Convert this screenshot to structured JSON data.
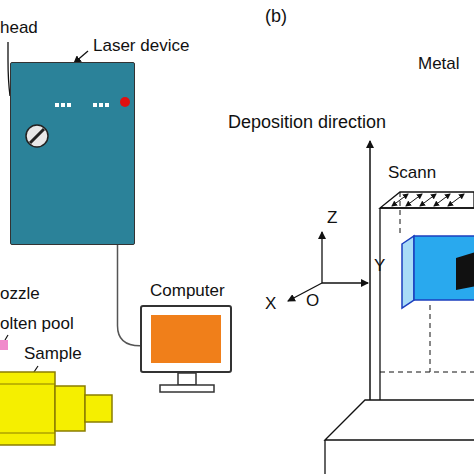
{
  "diagram": {
    "nodes": [
      {
        "text": [
          "Laser device"
        ]
      },
      {
        "text": [
          "Computer"
        ]
      }
    ],
    "edges": [
      {
        "from": 0,
        "to": 1,
        "arrow": "none"
      }
    ],
    "labels": [
      "head",
      "(b)",
      "Metal",
      "Deposition direction",
      "Scann",
      "Z",
      "Y",
      "X",
      "O",
      "ozzle",
      "olten pool",
      "Sample"
    ]
  }
}
